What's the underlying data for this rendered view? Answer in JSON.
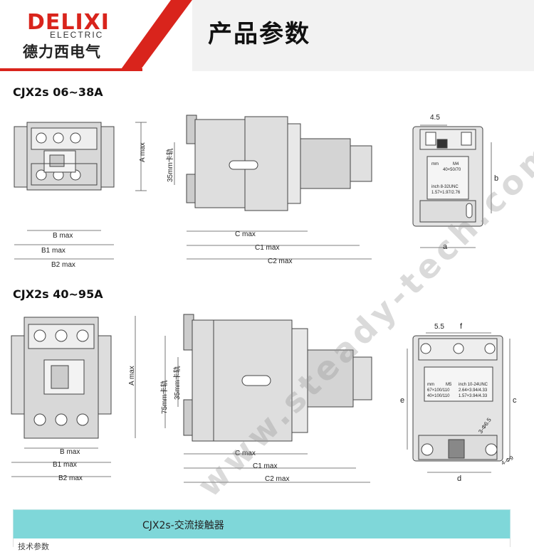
{
  "header": {
    "brand_en": "DELIXI",
    "brand_sub": "ELECTRIC",
    "brand_cn": "德力西电气",
    "title": "产品参数"
  },
  "sections": [
    {
      "title": "CJX2s 06~38A",
      "front_labels": {
        "a": "A max",
        "b": "B max",
        "b1": "B1 max",
        "b2": "B2 max"
      },
      "side_labels": {
        "rail": "35mm卡轨",
        "c": "C max",
        "c1": "C1 max",
        "c2": "C2 max"
      },
      "back_labels": {
        "dim": "4.5",
        "a": "a",
        "b": "b",
        "plate_mm": "mm",
        "plate_m": "M4",
        "plate_range": "40×50/70",
        "plate_inch": "inch 8-32UNC",
        "plate_inch_range": "1.57×1.97/2.76"
      }
    },
    {
      "title": "CJX2s 40~95A",
      "front_labels": {
        "a": "A max",
        "b": "B max",
        "b1": "B1 max",
        "b2": "B2 max"
      },
      "side_labels": {
        "rail": "75mm卡轨",
        "rail2": "35mm卡轨",
        "c": "C max",
        "c1": "C1 max",
        "c2": "C2 max"
      },
      "back_labels": {
        "dim": "5.5",
        "f": "f",
        "e": "e",
        "c": "c",
        "d": "d",
        "hole": "3-Φ6.5",
        "hole2": "4-Φ9",
        "plate_mm": "mm",
        "plate_m": "M5",
        "plate_inch": "inch 10-24UNC",
        "plate_r1": "67×100/110",
        "plate_r1b": "2.64×3.94/4.33",
        "plate_r2": "40×100/110",
        "plate_r2b": "1.57×3.94/4.33"
      }
    }
  ],
  "watermark": "www.steady-tech.com",
  "table": {
    "header": "CJX2s-交流接触器",
    "row1": "技术参数"
  }
}
